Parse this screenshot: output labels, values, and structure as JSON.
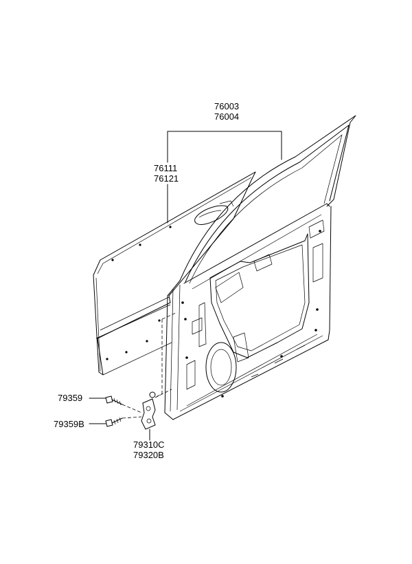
{
  "callouts": {
    "door_assembly": [
      "76003",
      "76004"
    ],
    "outer_panel": [
      "76111",
      "76121"
    ],
    "bolt_a": "79359",
    "bolt_b": "79359B",
    "hinge": [
      "79310C",
      "79320B"
    ]
  }
}
